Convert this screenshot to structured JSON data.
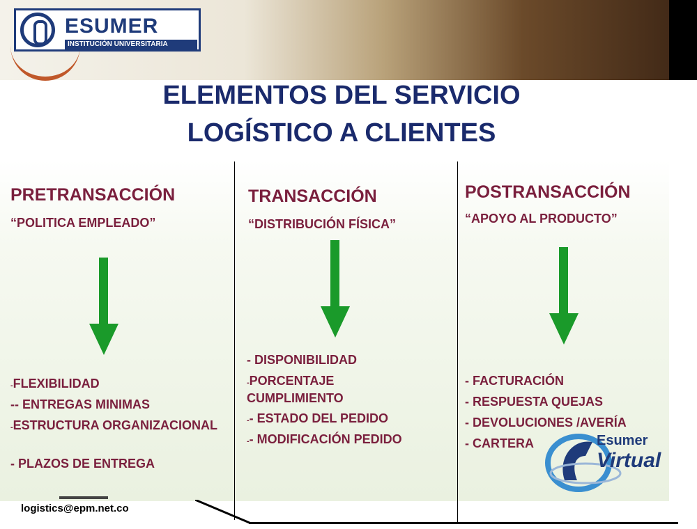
{
  "logo": {
    "name": "ESUMER",
    "subtitle": "INSTITUCIÓN UNIVERSITARIA"
  },
  "title": {
    "line1": "ELEMENTOS DEL SERVICIO",
    "line2": "LOGÍSTICO A CLIENTES"
  },
  "columns": [
    {
      "heading": "PRETRANSACCIÓN",
      "subtitle": "“POLITICA EMPLEADO”",
      "items": [
        "FLEXIBILIDAD",
        "- ENTREGAS MINIMAS",
        "ESTRUCTURA ORGANIZACIONAL",
        "- PLAZOS DE ENTREGA"
      ]
    },
    {
      "heading": "TRANSACCIÓN",
      "subtitle": "“DISTRIBUCIÓN FÍSICA”",
      "items": [
        "- DISPONIBILIDAD",
        "PORCENTAJE CUMPLIMIENTO",
        "- ESTADO DEL PEDIDO",
        "- MODIFICACIÓN PEDIDO"
      ]
    },
    {
      "heading": "POSTRANSACCIÓN",
      "subtitle": "“APOYO AL PRODUCTO”",
      "items": [
        "- FACTURACIÓN",
        "- RESPUESTA QUEJAS",
        "- DEVOLUCIONES /AVERÍA",
        "- CARTERA"
      ]
    }
  ],
  "footer": {
    "email": "logistics@epm.net.co"
  },
  "esumer_virtual": {
    "line1": "Esumer",
    "line2": "Virtual"
  },
  "colors": {
    "title": "#1a2a6c",
    "text": "#7a1f3d",
    "arrow": "#1a9a2a",
    "logo": "#1f3b7a"
  }
}
